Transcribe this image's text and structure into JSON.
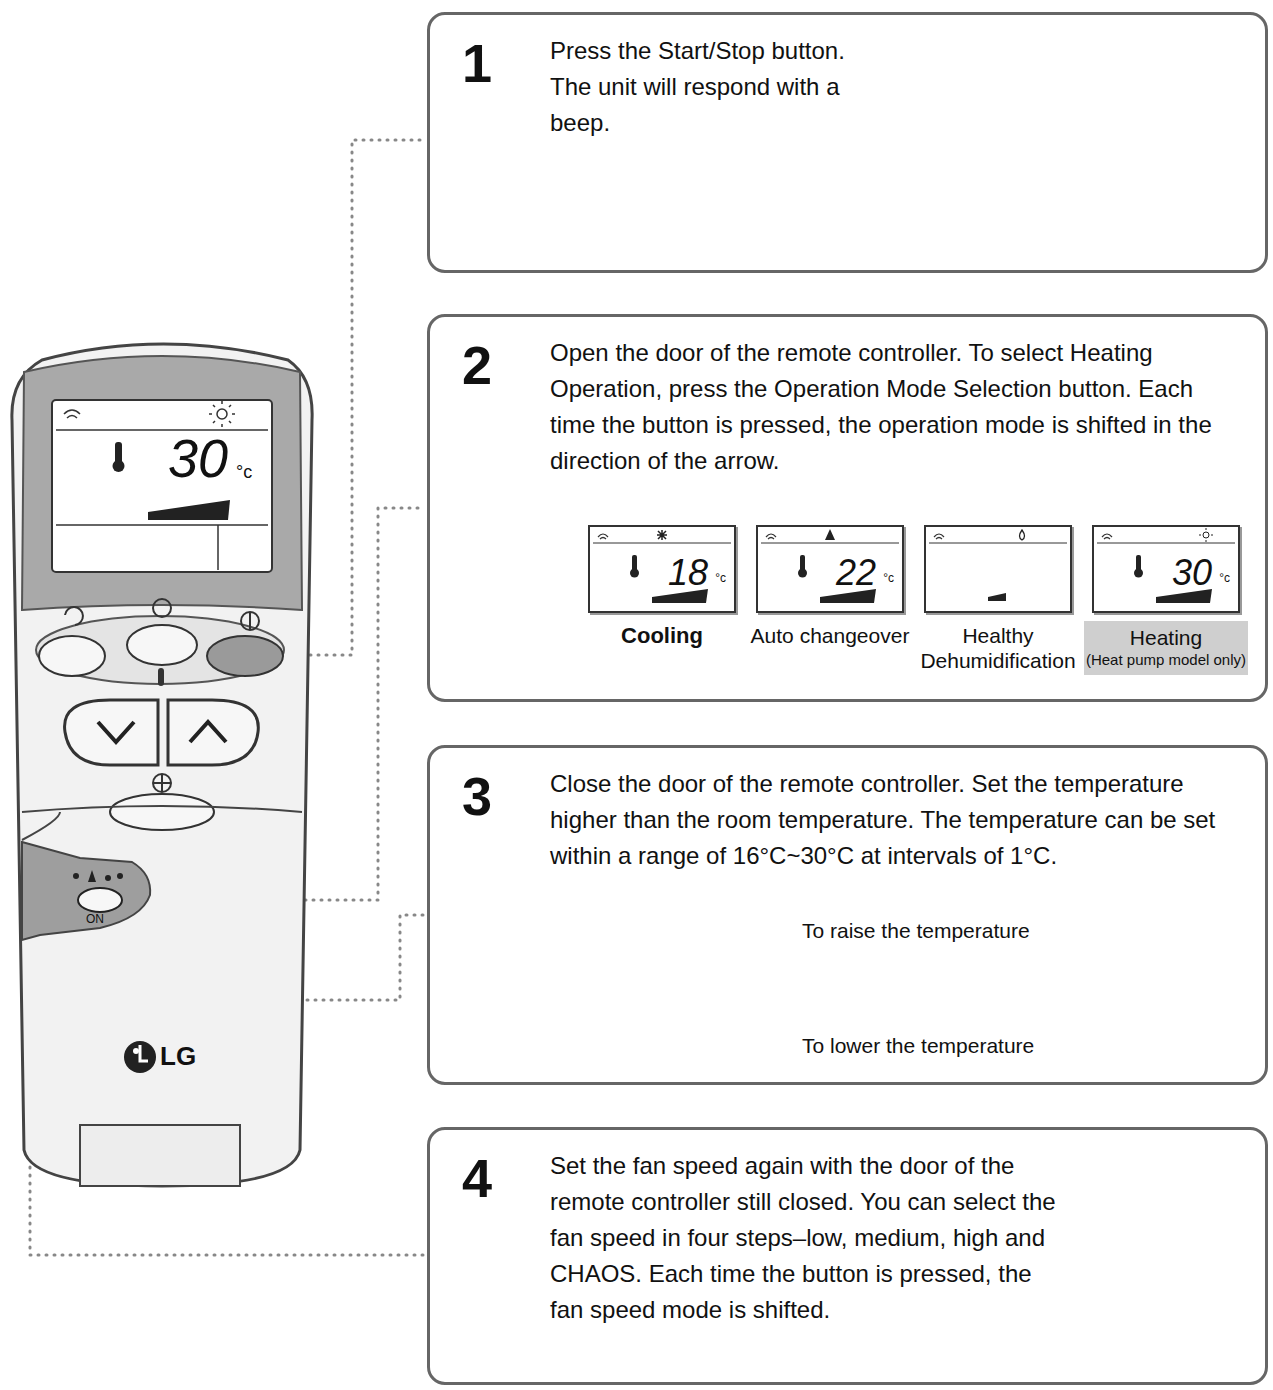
{
  "diagram": {
    "nodes": [
      {
        "text": [
          "1",
          "Press the Start/Stop button. The unit will respond with a beep."
        ]
      },
      {
        "text": [
          "2",
          "Open the door of the remote controller. To select Heating Operation, press the Operation Mode Selection button. Each time the button is pressed, the operation mode is shifted in the direction of the arrow."
        ]
      },
      {
        "text": [
          "18",
          "°c",
          "Cooling"
        ],
        "in": 1
      },
      {
        "text": [
          "22",
          "°c",
          "Auto changeover"
        ],
        "in": 1
      },
      {
        "text": [
          "Healthy Dehumidification"
        ],
        "in": 1
      },
      {
        "text": [
          "30",
          "°c",
          "Heating",
          "(Heat pump model only)"
        ],
        "in": 1
      },
      {
        "text": [
          "3",
          "Close the door of the remote controller. Set the temperature higher than the room temperature. The temperature can be set within a range of 16°C~30°C at intervals of 1°C."
        ]
      },
      {
        "text": [
          "4",
          "Set the fan speed again with the door of the remote controller still closed. You can select the fan speed in four steps–low, medium, high and CHAOS. Each time the button is pressed, the fan speed mode is shifted."
        ]
      }
    ],
    "edges": [
      {
        "from": 2,
        "to": 3,
        "arrow": "to"
      },
      {
        "from": 3,
        "to": 4,
        "arrow": "to"
      },
      {
        "from": 4,
        "to": 5,
        "arrow": "to"
      },
      {
        "from": 5,
        "to": 2,
        "arrow": "to"
      }
    ],
    "labels": [
      "30",
      "°c",
      "ON",
      "LG",
      "To raise the temperature",
      "To lower the temperature"
    ]
  }
}
